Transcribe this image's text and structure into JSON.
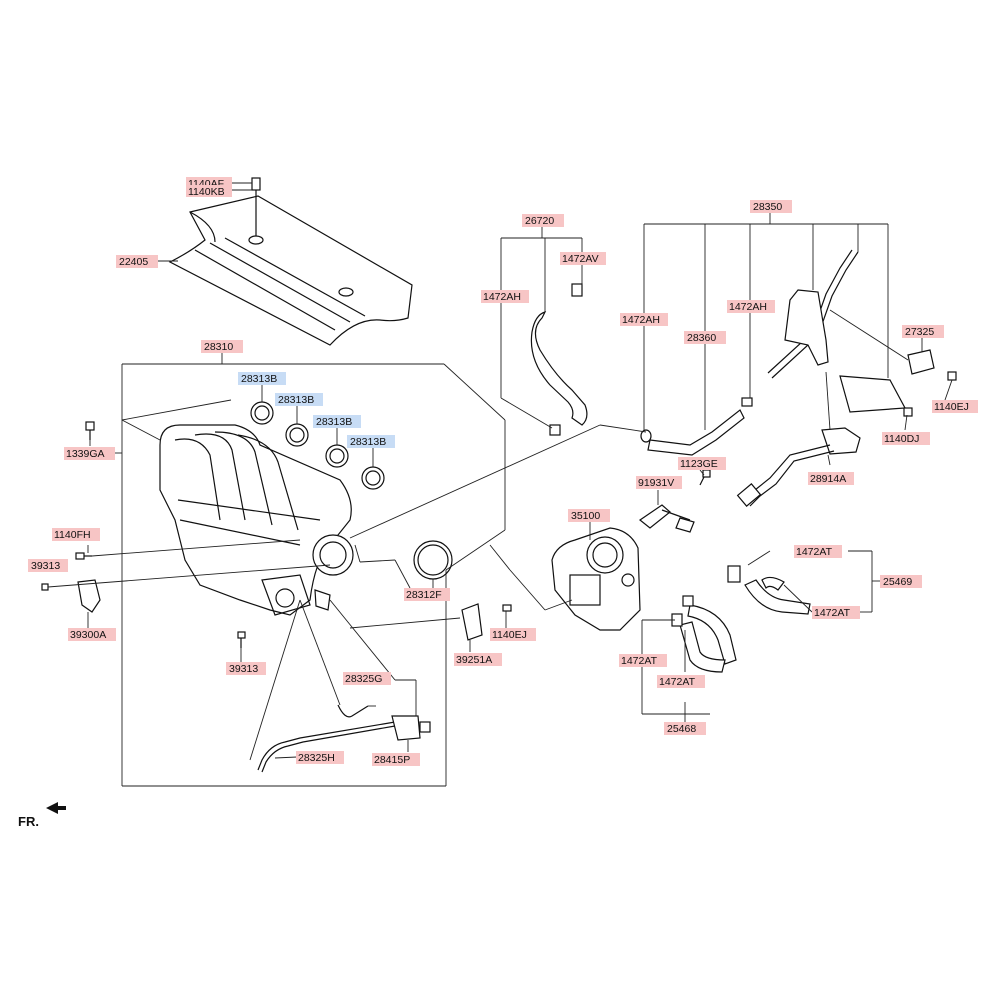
{
  "diagram": {
    "labels": {
      "l1140AF": "1140AF",
      "l1140KB": "1140KB",
      "l22405": "22405",
      "l26720": "26720",
      "l1472AV": "1472AV",
      "l1472AH_a": "1472AH",
      "l28350": "28350",
      "l1472AH_b": "1472AH",
      "l1472AH_c": "1472AH",
      "l28360": "28360",
      "l27325": "27325",
      "l1140EJ_a": "1140EJ",
      "l1140DJ": "1140DJ",
      "l28310": "28310",
      "l28313B_1": "28313B",
      "l28313B_2": "28313B",
      "l28313B_3": "28313B",
      "l28313B_4": "28313B",
      "l1339GA": "1339GA",
      "l1123GE": "1123GE",
      "l28914A": "28914A",
      "l91931V": "91931V",
      "l1140FH": "1140FH",
      "l39313_a": "39313",
      "l35100": "35100",
      "l1472AT_a": "1472AT",
      "l25469": "25469",
      "l28312F": "28312F",
      "l1472AT_b": "1472AT",
      "l39300A": "39300A",
      "l1140EJ_b": "1140EJ",
      "l39313_b": "39313",
      "l39251A": "39251A",
      "l1472AT_c": "1472AT",
      "l1472AT_d": "1472AT",
      "l28325G": "28325G",
      "l25468": "25468",
      "l28325H": "28325H",
      "l28415P": "28415P",
      "fr": "FR."
    },
    "colors": {
      "label_red": "#f7c5c5",
      "label_blue": "#c7dcf5",
      "line": "#222222"
    }
  }
}
